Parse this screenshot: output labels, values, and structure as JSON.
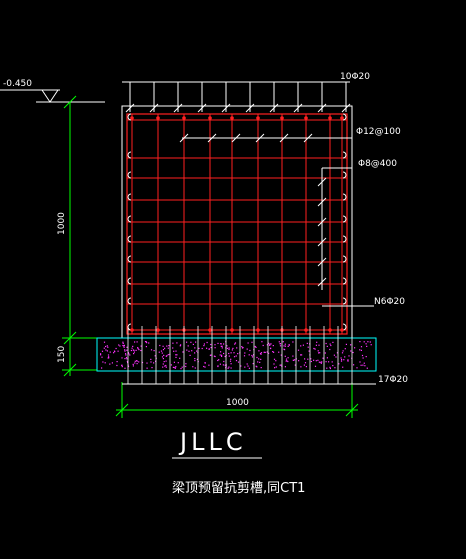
{
  "drawing": {
    "level_mark": "-0.450",
    "dim_vertical_top": "1000",
    "dim_vertical_bottom": "150",
    "dim_horizontal": "1000",
    "rebar_top": "10Φ20",
    "rebar_horizontal": "Φ12@100",
    "rebar_stirrup": "Φ8@400",
    "rebar_side": "N6Φ20",
    "rebar_bottom": "17Φ20",
    "title": "JLLC",
    "subtitle": "梁顶预留抗剪槽,同CT1"
  },
  "colors": {
    "background": "#000000",
    "outline": "#ffffff",
    "rebar": "#ff2020",
    "dimension": "#00ff00",
    "concrete_base": "#00ffff",
    "aggregate": "#ff33ff"
  }
}
